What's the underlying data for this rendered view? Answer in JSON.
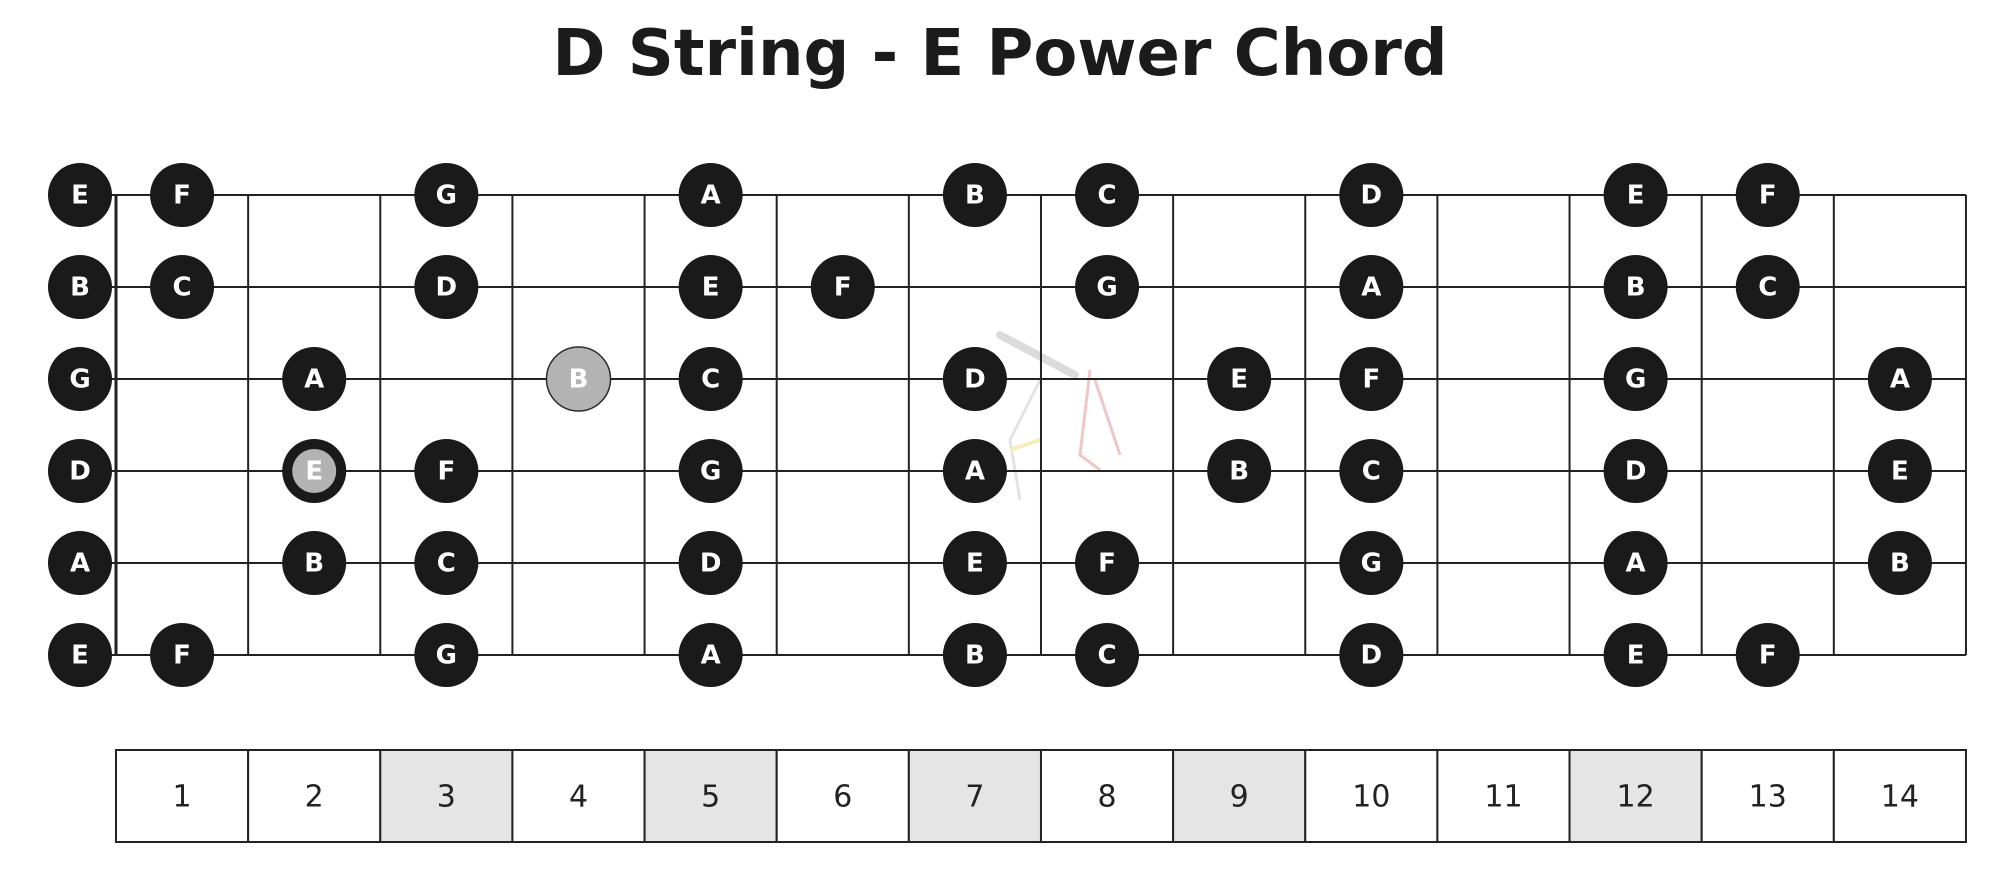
{
  "title": "D String - E Power Chord",
  "colors": {
    "note_fill": "#1a1a1a",
    "note_text": "#ffffff",
    "highlight_fill": "#b3b3b3",
    "highlight_stroke": "#2a2a2a",
    "line": "#222222",
    "marker_fill": "#e5e5e5"
  },
  "strings": [
    {
      "string": "high E",
      "notes": [
        {
          "fret": 0,
          "label": "E"
        },
        {
          "fret": 1,
          "label": "F"
        },
        {
          "fret": 3,
          "label": "G"
        },
        {
          "fret": 5,
          "label": "A"
        },
        {
          "fret": 7,
          "label": "B"
        },
        {
          "fret": 8,
          "label": "C"
        },
        {
          "fret": 10,
          "label": "D"
        },
        {
          "fret": 12,
          "label": "E"
        },
        {
          "fret": 13,
          "label": "F"
        }
      ]
    },
    {
      "string": "B",
      "notes": [
        {
          "fret": 0,
          "label": "B"
        },
        {
          "fret": 1,
          "label": "C"
        },
        {
          "fret": 3,
          "label": "D"
        },
        {
          "fret": 5,
          "label": "E"
        },
        {
          "fret": 6,
          "label": "F"
        },
        {
          "fret": 8,
          "label": "G"
        },
        {
          "fret": 10,
          "label": "A"
        },
        {
          "fret": 12,
          "label": "B"
        },
        {
          "fret": 13,
          "label": "C"
        }
      ]
    },
    {
      "string": "G",
      "notes": [
        {
          "fret": 0,
          "label": "G"
        },
        {
          "fret": 2,
          "label": "A"
        },
        {
          "fret": 4,
          "label": "B",
          "highlight": true
        },
        {
          "fret": 5,
          "label": "C"
        },
        {
          "fret": 7,
          "label": "D"
        },
        {
          "fret": 9,
          "label": "E"
        },
        {
          "fret": 10,
          "label": "F"
        },
        {
          "fret": 12,
          "label": "G"
        },
        {
          "fret": 14,
          "label": "A"
        }
      ]
    },
    {
      "string": "D",
      "notes": [
        {
          "fret": 0,
          "label": "D"
        },
        {
          "fret": 2,
          "label": "E",
          "highlight": true,
          "ring": true
        },
        {
          "fret": 3,
          "label": "F"
        },
        {
          "fret": 5,
          "label": "G"
        },
        {
          "fret": 7,
          "label": "A"
        },
        {
          "fret": 9,
          "label": "B"
        },
        {
          "fret": 10,
          "label": "C"
        },
        {
          "fret": 12,
          "label": "D"
        },
        {
          "fret": 14,
          "label": "E"
        }
      ]
    },
    {
      "string": "A",
      "notes": [
        {
          "fret": 0,
          "label": "A"
        },
        {
          "fret": 2,
          "label": "B"
        },
        {
          "fret": 3,
          "label": "C"
        },
        {
          "fret": 5,
          "label": "D"
        },
        {
          "fret": 7,
          "label": "E"
        },
        {
          "fret": 8,
          "label": "F"
        },
        {
          "fret": 10,
          "label": "G"
        },
        {
          "fret": 12,
          "label": "A"
        },
        {
          "fret": 14,
          "label": "B"
        }
      ]
    },
    {
      "string": "low E",
      "notes": [
        {
          "fret": 0,
          "label": "E"
        },
        {
          "fret": 1,
          "label": "F"
        },
        {
          "fret": 3,
          "label": "G"
        },
        {
          "fret": 5,
          "label": "A"
        },
        {
          "fret": 7,
          "label": "B"
        },
        {
          "fret": 8,
          "label": "C"
        },
        {
          "fret": 10,
          "label": "D"
        },
        {
          "fret": 12,
          "label": "E"
        },
        {
          "fret": 13,
          "label": "F"
        }
      ]
    }
  ],
  "fret_numbers": [
    "1",
    "2",
    "3",
    "4",
    "5",
    "6",
    "7",
    "8",
    "9",
    "10",
    "11",
    "12",
    "13",
    "14"
  ],
  "marker_frets": [
    3,
    5,
    7,
    9,
    12
  ]
}
